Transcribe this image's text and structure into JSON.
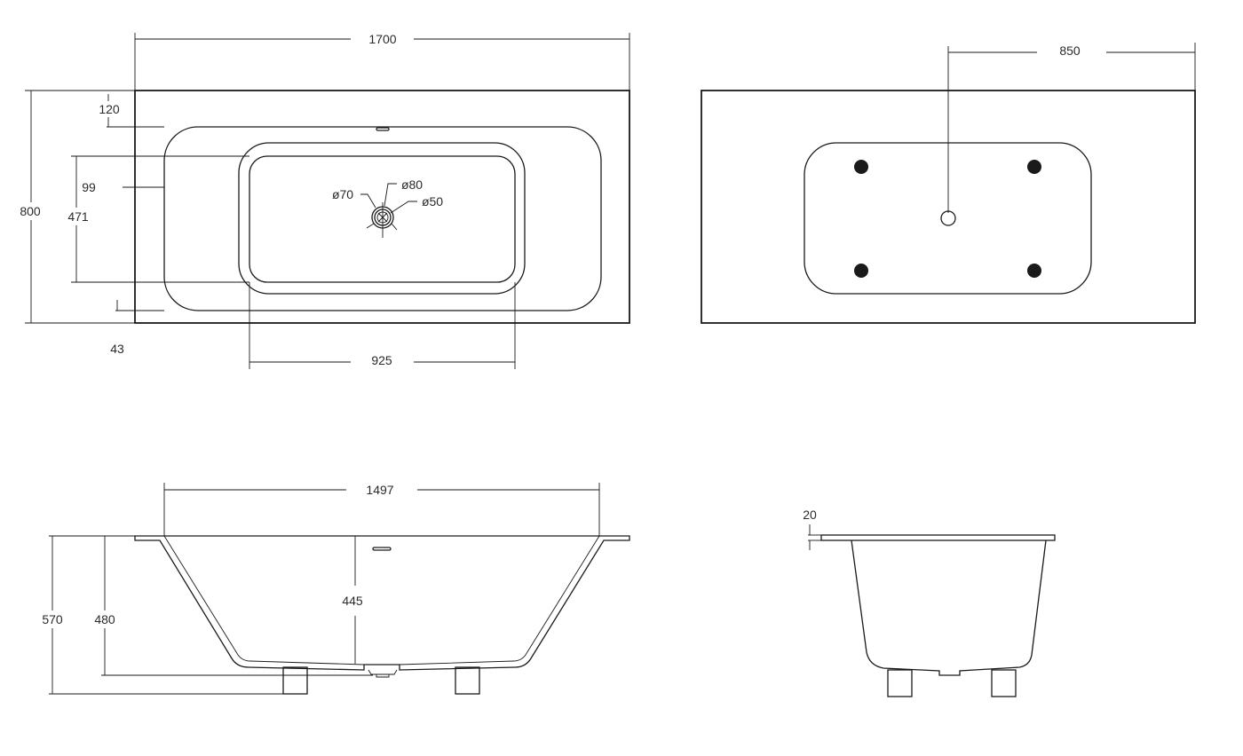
{
  "plan_view": {
    "overall_length": "1700",
    "overall_width": "800",
    "rim_top": "120",
    "rim_side": "99",
    "basin_width": "471",
    "rim_bottom": "43",
    "basin_length": "925",
    "drain_outer": "ø80",
    "drain_mid": "ø70",
    "drain_inner": "ø50"
  },
  "bottom_view": {
    "drain_offset": "850"
  },
  "side_view": {
    "inner_length": "1497",
    "inner_depth": "445",
    "body_height": "480",
    "total_height": "570"
  },
  "end_view": {
    "rim_thickness": "20"
  }
}
